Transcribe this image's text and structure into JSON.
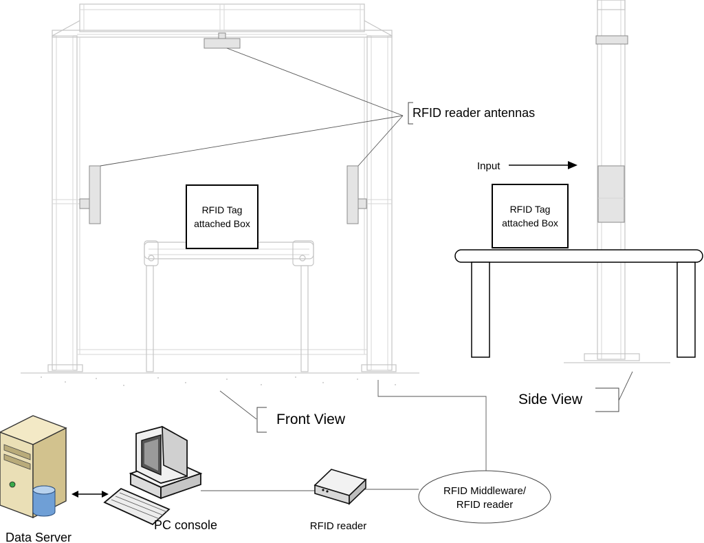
{
  "labels": {
    "antennas": "RFID reader antennas",
    "tag_box_line1": "RFID Tag",
    "tag_box_line2": "attached Box",
    "front_view": "Front View",
    "side_view": "Side View",
    "input": "Input",
    "middleware_line1": "RFID Middleware/",
    "middleware_line2": "RFID reader",
    "rfid_reader": "RFID reader",
    "pc_console": "PC console",
    "data_server": "Data Server"
  }
}
